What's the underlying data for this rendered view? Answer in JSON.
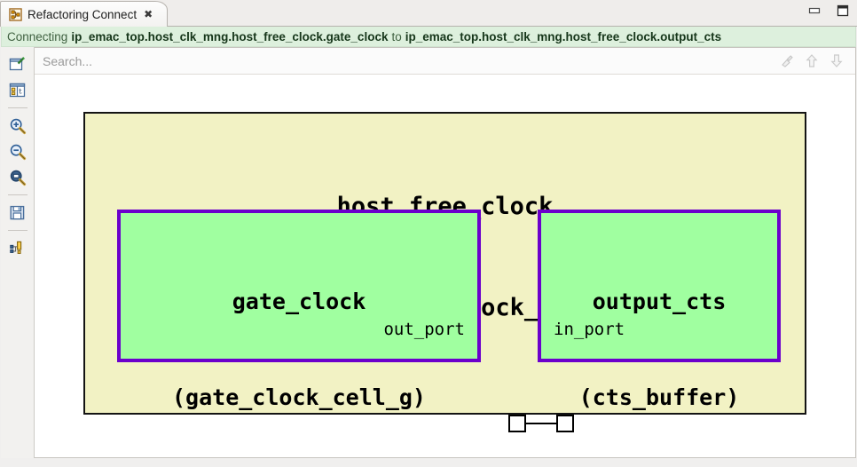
{
  "window": {
    "tab": {
      "title": "Refactoring Connect",
      "close_label": "✖",
      "icon": "refactoring-connect-icon"
    },
    "controls": {
      "minimize": "minimize-icon",
      "maximize": "maximize-icon"
    }
  },
  "status": {
    "prefix": "Connecting",
    "source_path": "ip_emac_top.host_clk_mng.host_free_clock.gate_clock",
    "conjunction": "to",
    "target_path": "ip_emac_top.host_clk_mng.host_free_clock.output_cts",
    "background_color": "#ddf0dd"
  },
  "search": {
    "placeholder": "Search...",
    "value": "",
    "leading_icon": "search-edit-icon",
    "buttons": [
      {
        "name": "clear-search-icon",
        "label": "Clear",
        "enabled": false
      },
      {
        "name": "find-previous-icon",
        "label": "Previous",
        "enabled": false
      },
      {
        "name": "find-next-icon",
        "label": "Next",
        "enabled": false
      }
    ]
  },
  "sidebar": {
    "items": [
      {
        "name": "new-view-icon",
        "label": "New View"
      },
      {
        "name": "properties-icon",
        "label": "Properties"
      },
      {
        "name": "zoom-in-icon",
        "label": "Zoom In"
      },
      {
        "name": "zoom-out-icon",
        "label": "Zoom Out"
      },
      {
        "name": "zoom-fit-icon",
        "label": "Zoom Fit"
      },
      {
        "name": "save-icon",
        "label": "Save"
      },
      {
        "name": "hierarchy-icon",
        "label": "Hierarchy"
      }
    ]
  },
  "diagram": {
    "outer": {
      "instance_name": "host_free_clock",
      "module_name": "(ip_gate_clock_g)",
      "fill_color": "#f2f2c4",
      "border_color": "#141414"
    },
    "blocks": [
      {
        "instance_name": "gate_clock",
        "module_name": "(gate_clock_cell_g)",
        "port_label": "out_port",
        "fill_color": "#a0ffa0",
        "border_color": "#6b00cc"
      },
      {
        "instance_name": "output_cts",
        "module_name": "(cts_buffer)",
        "port_label": "in_port",
        "fill_color": "#a0ffa0",
        "border_color": "#6b00cc"
      }
    ],
    "connection": {
      "from_port": "out_port",
      "to_port": "in_port",
      "marker": "port-triangle-icon"
    }
  }
}
